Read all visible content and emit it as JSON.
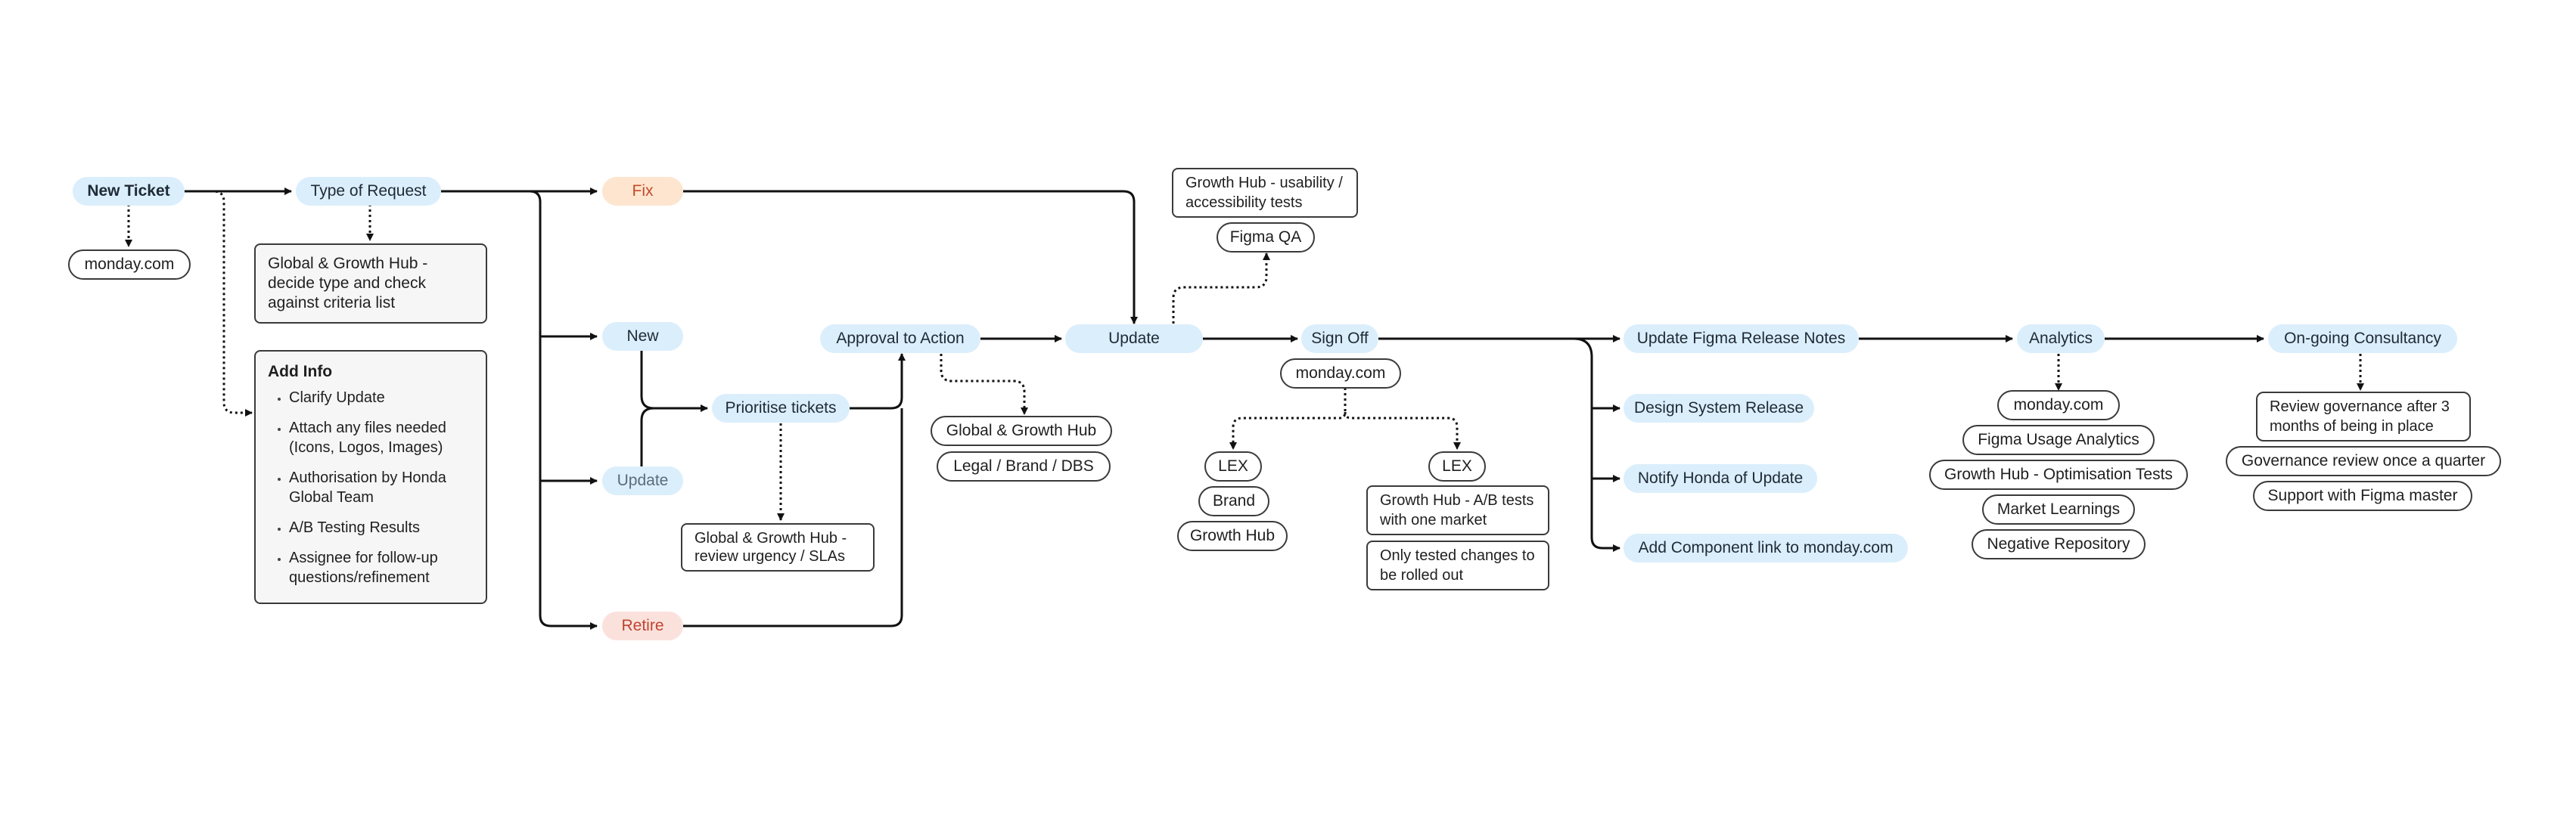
{
  "nodes": {
    "new_ticket": "New Ticket",
    "monday_ticket": "monday.com",
    "type_of_request": "Type of Request",
    "decide_type": "Global & Growth Hub - decide type and check against criteria list",
    "add_info": {
      "title": "Add Info",
      "items": [
        "Clarify Update",
        "Attach any files needed (Icons, Logos, Images)",
        "Authorisation by Honda Global Team",
        "A/B Testing Results",
        "Assignee for follow-up questions/refinement"
      ]
    },
    "fix": "Fix",
    "new": "New",
    "update_type": "Update",
    "retire": "Retire",
    "prioritise": "Prioritise tickets",
    "review_urgency": "Global & Growth Hub - review urgency / SLAs",
    "approval": "Approval to Action",
    "approval_global": "Global & Growth Hub",
    "approval_legal": "Legal / Brand / DBS",
    "update_main": "Update",
    "figma_qa": "Figma QA",
    "usability_tests": "Growth Hub - usability / accessibility tests",
    "sign_off": "Sign Off",
    "monday_signoff": "monday.com",
    "lex_left": "LEX",
    "brand": "Brand",
    "growth_hub": "Growth Hub",
    "lex_right": "LEX",
    "ab_tests": "Growth Hub - A/B tests with one market",
    "rolled_out": "Only tested changes to be rolled out",
    "release_notes": "Update Figma Release Notes",
    "ds_release": "Design System Release",
    "notify_honda": "Notify Honda of Update",
    "component_link": "Add Component link to monday.com",
    "analytics": "Analytics",
    "monday_analytics": "monday.com",
    "usage_analytics": "Figma Usage Analytics",
    "optimisation": "Growth Hub - Optimisation Tests",
    "market_learnings": "Market Learnings",
    "negative_repo": "Negative Repository",
    "consultancy": "On-going Consultancy",
    "review_governance": "Review governance after 3 months of being in place",
    "governance_quarter": "Governance review once a quarter",
    "support_figma": "Support with Figma master"
  },
  "colors": {
    "pill_blue": "#dbeefb",
    "pill_orange": "#fde5cf",
    "pill_red": "#fbe1dc",
    "stroke": "#111111"
  }
}
